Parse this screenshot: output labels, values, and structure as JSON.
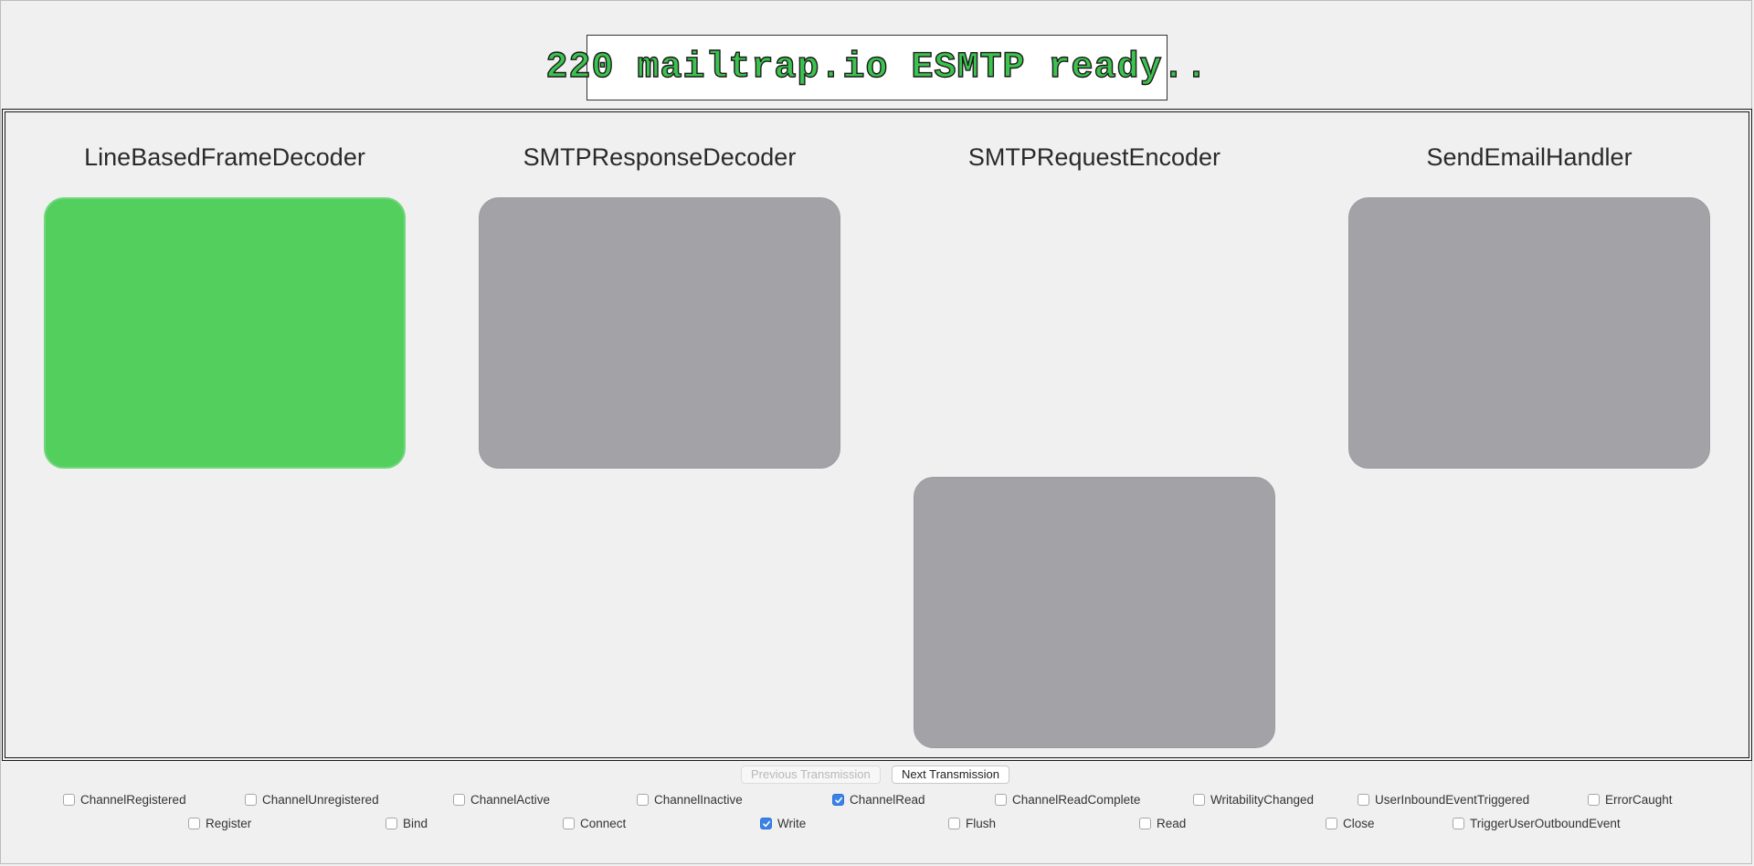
{
  "message": "220 mailtrap.io ESMTP ready..",
  "colors": {
    "active": "#53cf5e",
    "inactive": "#a3a2a7",
    "accent": "#3b82e6"
  },
  "handlers": [
    {
      "title": "LineBasedFrameDecoder",
      "state": "active"
    },
    {
      "title": "SMTPResponseDecoder",
      "state": "inactive"
    },
    {
      "title": "SMTPRequestEncoder",
      "state": "inactive"
    },
    {
      "title": "SendEmailHandler",
      "state": "inactive"
    }
  ],
  "navigation": {
    "previous": "Previous Transmission",
    "next": "Next Transmission"
  },
  "inbound_events": [
    {
      "label": "ChannelRegistered",
      "checked": false
    },
    {
      "label": "ChannelUnregistered",
      "checked": false
    },
    {
      "label": "ChannelActive",
      "checked": false
    },
    {
      "label": "ChannelInactive",
      "checked": false
    },
    {
      "label": "ChannelRead",
      "checked": true
    },
    {
      "label": "ChannelReadComplete",
      "checked": false
    },
    {
      "label": "WritabilityChanged",
      "checked": false
    },
    {
      "label": "UserInboundEventTriggered",
      "checked": false
    },
    {
      "label": "ErrorCaught",
      "checked": false
    }
  ],
  "outbound_events": [
    {
      "label": "Register",
      "checked": false
    },
    {
      "label": "Bind",
      "checked": false
    },
    {
      "label": "Connect",
      "checked": false
    },
    {
      "label": "Write",
      "checked": true
    },
    {
      "label": "Flush",
      "checked": false
    },
    {
      "label": "Read",
      "checked": false
    },
    {
      "label": "Close",
      "checked": false
    },
    {
      "label": "TriggerUserOutboundEvent",
      "checked": false
    }
  ]
}
